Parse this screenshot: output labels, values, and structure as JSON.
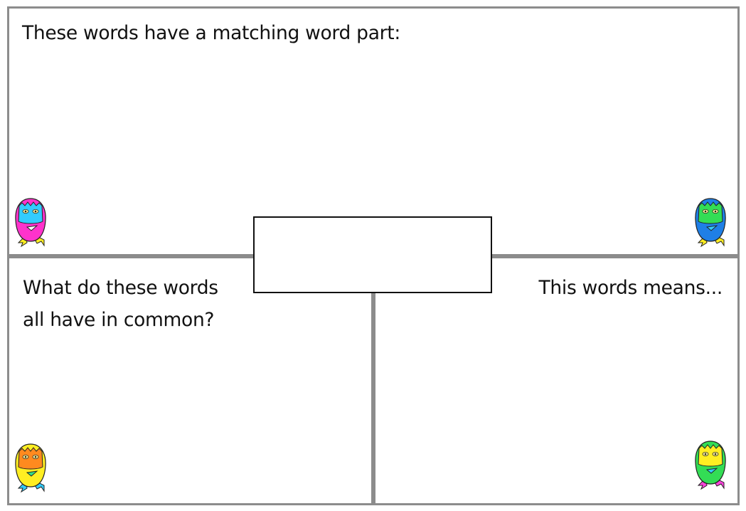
{
  "top_panel": {
    "prompt": "These words have a matching word part:"
  },
  "bottom_left_panel": {
    "prompt_lines": [
      "What do these words",
      "all have in common?"
    ]
  },
  "bottom_right_panel": {
    "prompt": "This words means..."
  },
  "center_box": {
    "text": ""
  },
  "monsters": [
    {
      "name": "magenta-monster-icon",
      "body_color": "#ff33cc",
      "face_color": "#33ccff",
      "feet_color": "#ffee22"
    },
    {
      "name": "blue-monster-icon",
      "body_color": "#1f7fe6",
      "face_color": "#33dd55",
      "feet_color": "#ffee22"
    },
    {
      "name": "yellow-monster-icon",
      "body_color": "#ffee22",
      "face_color": "#ff8a1f",
      "feet_color": "#33ccff"
    },
    {
      "name": "green-monster-icon",
      "body_color": "#33dd55",
      "face_color": "#ffee22",
      "feet_color": "#ff44dd"
    }
  ]
}
